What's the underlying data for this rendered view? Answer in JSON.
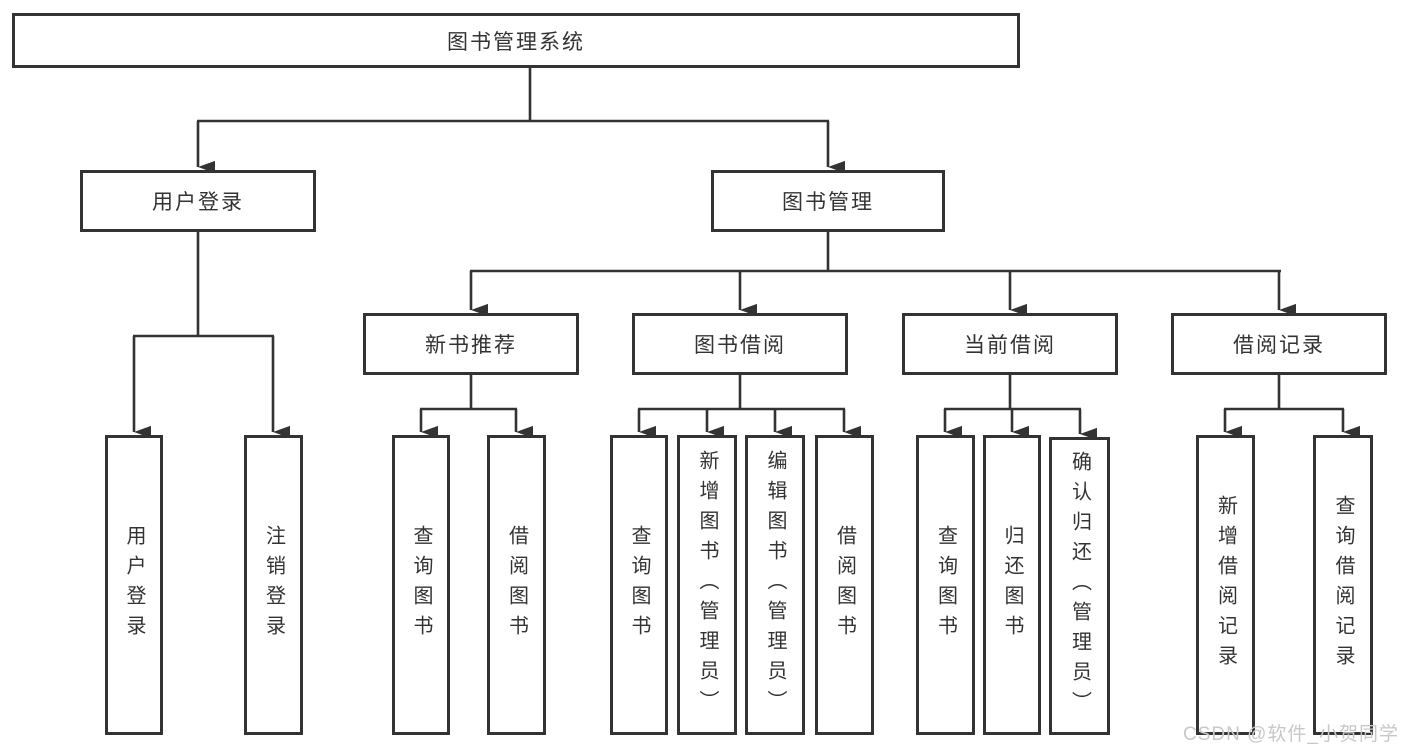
{
  "tree": {
    "root": {
      "label": "图书管理系统"
    },
    "branches": [
      {
        "label": "用户登录",
        "leaves": [
          "用户登录",
          "注销登录"
        ]
      },
      {
        "label": "图书管理",
        "groups": [
          {
            "label": "新书推荐",
            "leaves": [
              "查询图书",
              "借阅图书"
            ]
          },
          {
            "label": "图书借阅",
            "leaves": [
              "查询图书",
              "新增图书（管理员）",
              "编辑图书（管理员）",
              "借阅图书"
            ]
          },
          {
            "label": "当前借阅",
            "leaves": [
              "查询图书",
              "归还图书",
              "确认归还（管理员）"
            ]
          },
          {
            "label": "借阅记录",
            "leaves": [
              "新增借阅记录",
              "查询借阅记录"
            ]
          }
        ]
      }
    ]
  },
  "watermark": {
    "text": "CSDN @软件_小贺同学",
    "color": "#c8c8c8"
  },
  "colors": {
    "line": "#333333",
    "box_border": "#333333",
    "box_background": "#ffffff",
    "text": "#333333",
    "page_background": "#ffffff"
  }
}
